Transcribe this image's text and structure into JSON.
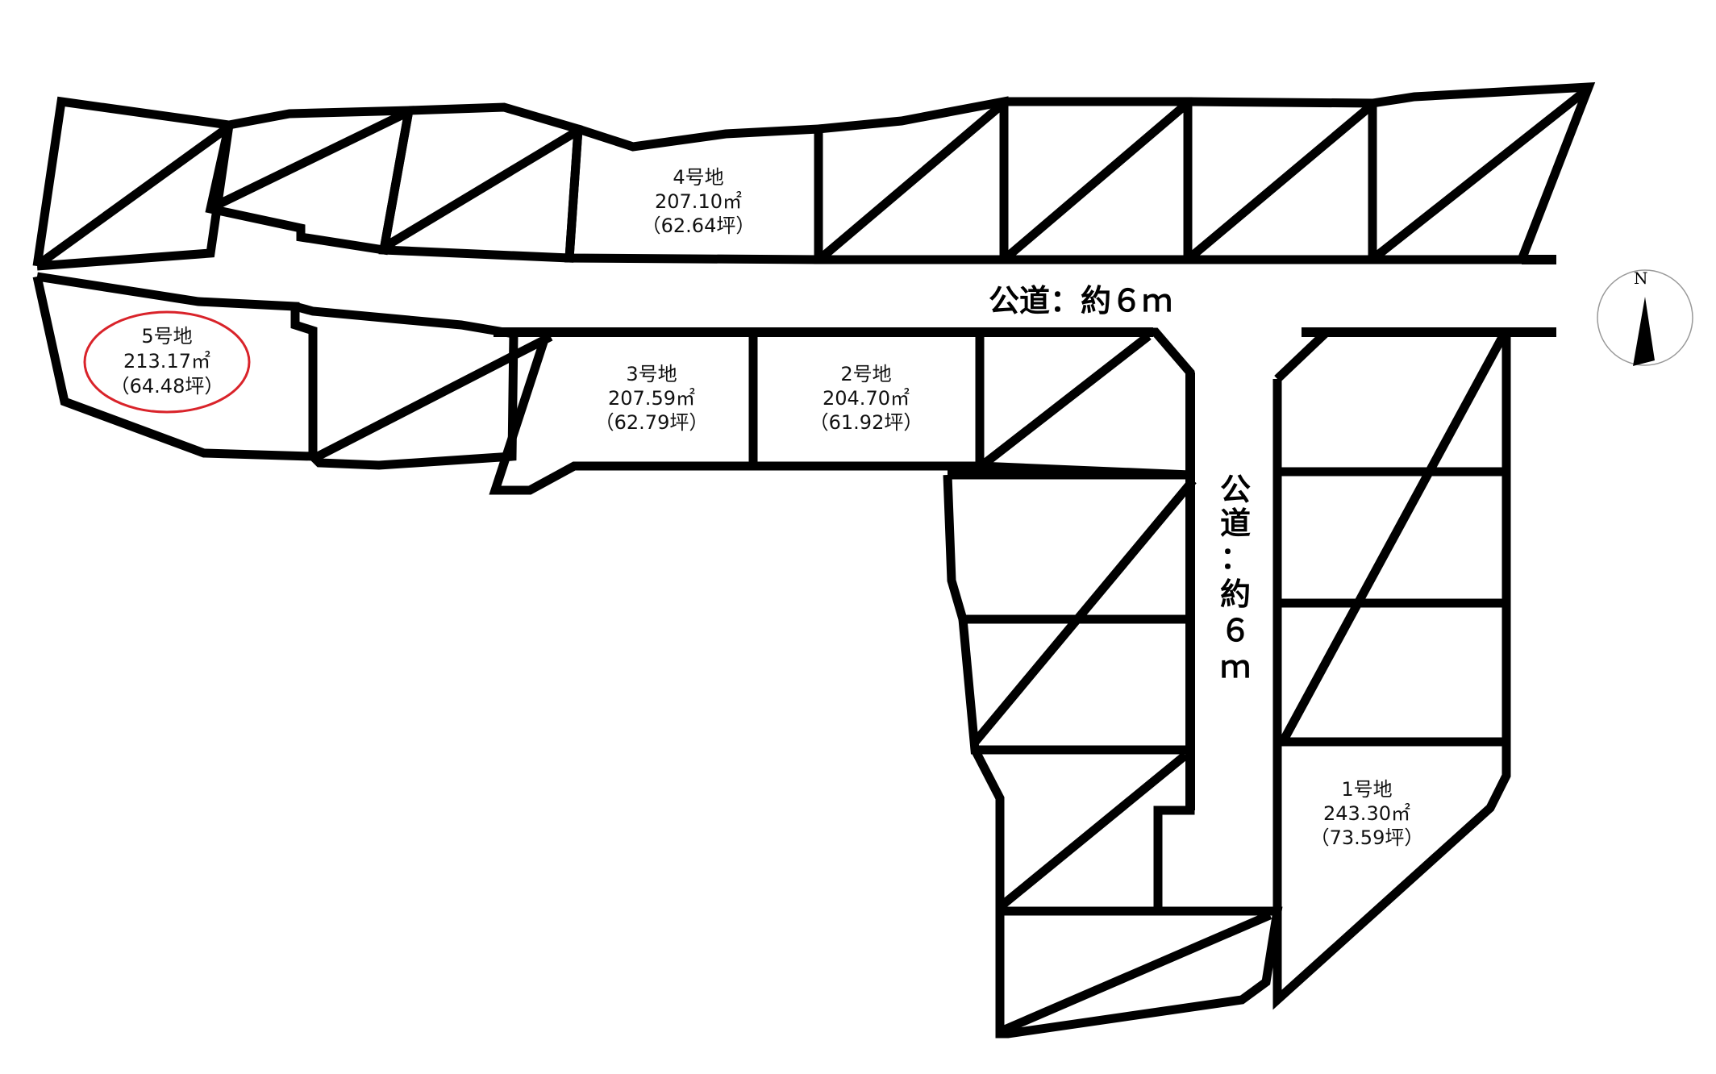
{
  "roads": {
    "horizontal": "公道：約６ｍ",
    "vertical": [
      "公",
      "道",
      "：",
      "約",
      "６",
      "ｍ"
    ]
  },
  "lots": [
    {
      "id": "lot-4",
      "name": "4号地",
      "area": "207.10㎡",
      "tsubo": "（62.64坪）",
      "highlighted": false
    },
    {
      "id": "lot-5",
      "name": "5号地",
      "area": "213.17㎡",
      "tsubo": "（64.48坪）",
      "highlighted": true
    },
    {
      "id": "lot-3",
      "name": "3号地",
      "area": "207.59㎡",
      "tsubo": "（62.79坪）",
      "highlighted": false
    },
    {
      "id": "lot-2",
      "name": "2号地",
      "area": "204.70㎡",
      "tsubo": "（61.92坪）",
      "highlighted": false
    },
    {
      "id": "lot-1",
      "name": "1号地",
      "area": "243.30㎡",
      "tsubo": "（73.59坪）",
      "highlighted": false
    }
  ],
  "compass": {
    "label": "N"
  },
  "colors": {
    "line": "#000000",
    "highlight": "#d9232a",
    "background": "#ffffff"
  }
}
